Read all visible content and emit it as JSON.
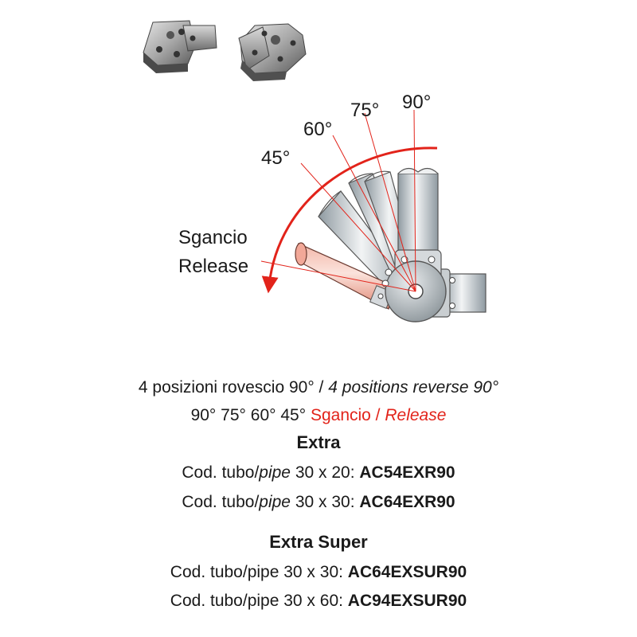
{
  "diagram": {
    "angle_labels": [
      "45°",
      "60°",
      "75°",
      "90°"
    ],
    "release_label_it": "Sgancio",
    "release_label_en": "Release",
    "accent_color": "#e2231a"
  },
  "caption": {
    "positions_it": "4 posizioni rovescio 90° /",
    "positions_en": "4 positions reverse 90°",
    "angles_list": "90° 75° 60° 45°",
    "release_it": "Sgancio /",
    "release_en": "Release"
  },
  "extra": {
    "title": "Extra",
    "rows": [
      {
        "prefix": "Cod. tubo/",
        "pipe": "pipe",
        "size": " 30 x 20: ",
        "code": "AC54EXR90"
      },
      {
        "prefix": "Cod. tubo/",
        "pipe": "pipe",
        "size": " 30 x 30: ",
        "code": "AC64EXR90"
      }
    ]
  },
  "extra_super": {
    "title": "Extra Super",
    "rows": [
      {
        "label": "Cod. tubo/pipe 30 x 30: ",
        "code": "AC64EXSUR90"
      },
      {
        "label": "Cod. tubo/pipe 30 x 60: ",
        "code": "AC94EXSUR90"
      }
    ]
  }
}
